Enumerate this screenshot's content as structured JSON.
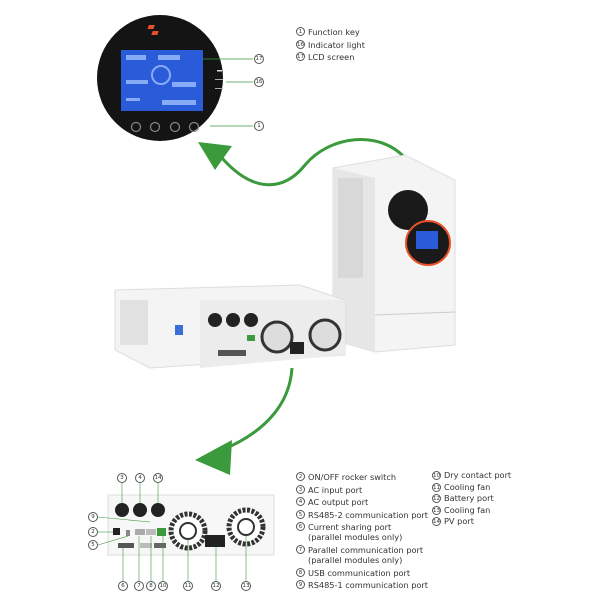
{
  "display_legend": [
    {
      "num": "1",
      "text": "Function key"
    },
    {
      "num": "16",
      "text": "Indicator light"
    },
    {
      "num": "17",
      "text": "LCD screen"
    }
  ],
  "display_callouts": {
    "lcd": "17",
    "indicator": "16",
    "keys": "1"
  },
  "port_legend_left": [
    {
      "num": "2",
      "text": "ON/OFF rocker switch"
    },
    {
      "num": "3",
      "text": "AC input port"
    },
    {
      "num": "4",
      "text": "AC output port"
    },
    {
      "num": "5",
      "text": "RS485-2 communication port"
    },
    {
      "num": "6",
      "text": "Current sharing port\n(parallel modules only)"
    },
    {
      "num": "7",
      "text": "Parallel communication port\n(parallel modules only)"
    },
    {
      "num": "8",
      "text": "USB communication port"
    },
    {
      "num": "9",
      "text": "RS485-1 communication port"
    }
  ],
  "port_legend_right": [
    {
      "num": "10",
      "text": "Dry contact port"
    },
    {
      "num": "11",
      "text": "Cooling fan"
    },
    {
      "num": "12",
      "text": "Battery port"
    },
    {
      "num": "13",
      "text": "Cooling fan"
    },
    {
      "num": "14",
      "text": "PV port"
    }
  ],
  "panel_callouts": {
    "top": [
      "3",
      "4",
      "14"
    ],
    "left": [
      "9",
      "2",
      "5"
    ],
    "bottom": [
      "6",
      "7",
      "8",
      "10",
      "11",
      "12",
      "13"
    ]
  },
  "colors": {
    "arrow": "#3a9a3c",
    "lcd": "#2a5bd8",
    "brand": "#e8502a",
    "device": "#f2f2f2"
  }
}
